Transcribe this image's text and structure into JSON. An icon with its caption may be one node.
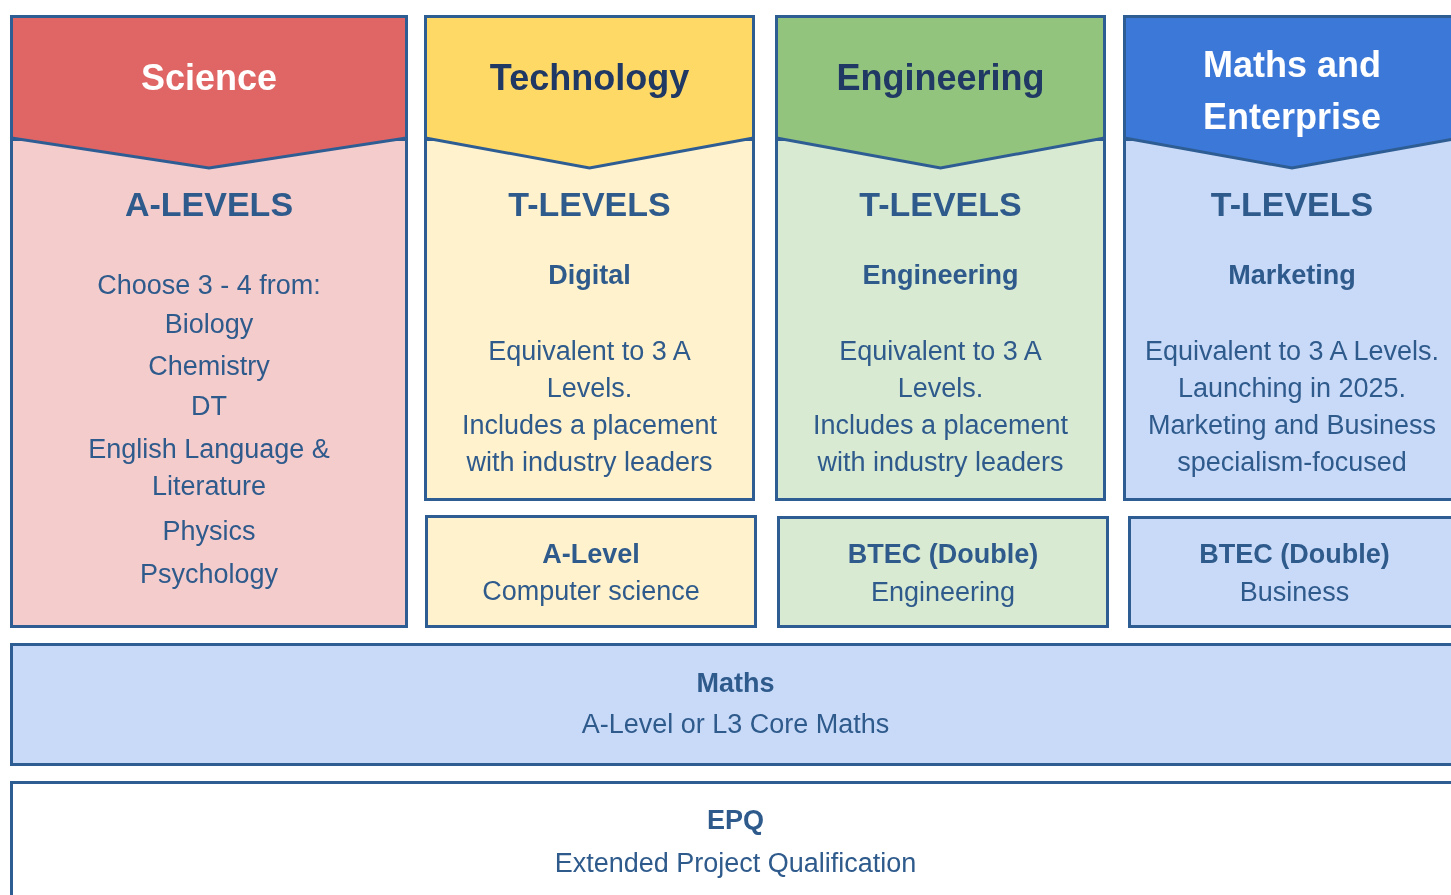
{
  "diagram": {
    "nodes": [
      {
        "text": [
          "Science"
        ]
      },
      {
        "text": [
          "A-LEVELS",
          "Choose 3 - 4 from:",
          "Biology",
          "Chemistry",
          "DT",
          "English Language & Literature",
          "Physics",
          "Psychology"
        ]
      },
      {
        "text": [
          "Technology"
        ]
      },
      {
        "text": [
          "T-LEVELS",
          "Digital",
          "Equivalent to 3 A Levels.",
          "Includes a placement with industry leaders"
        ]
      },
      {
        "text": [
          "A-Level",
          "Computer science"
        ]
      },
      {
        "text": [
          "Engineering"
        ]
      },
      {
        "text": [
          "T-LEVELS",
          "Engineering",
          "Equivalent to 3 A Levels.",
          "Includes a placement with industry leaders"
        ]
      },
      {
        "text": [
          "BTEC (Double)",
          "Engineering"
        ]
      },
      {
        "text": [
          "Maths and Enterprise"
        ]
      },
      {
        "text": [
          "T-LEVELS",
          "Marketing",
          "Equivalent to 3 A Levels.",
          "Launching in 2025.",
          "Marketing and Business specialism-focused"
        ]
      },
      {
        "text": [
          "BTEC (Double)",
          "Business"
        ]
      },
      {
        "text": [
          "Maths",
          "A-Level or L3 Core Maths"
        ]
      },
      {
        "text": [
          "EPQ",
          "Extended Project Qualification"
        ]
      }
    ],
    "edges": []
  }
}
